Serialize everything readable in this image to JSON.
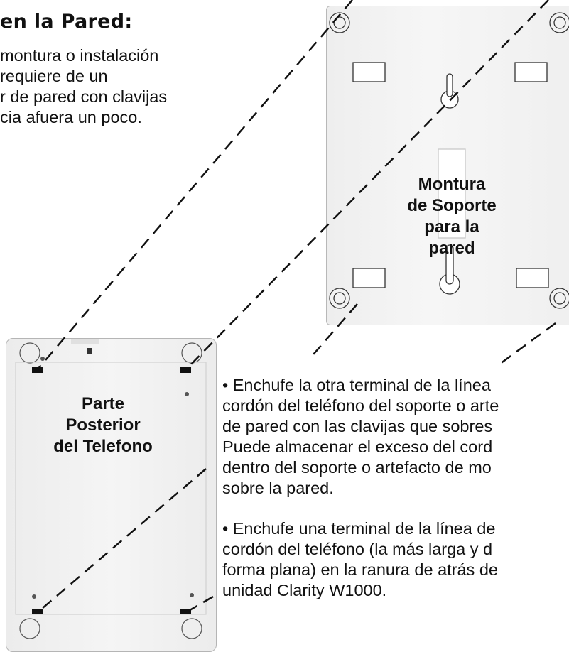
{
  "heading": "en la Pared:",
  "intro_lines": [
    "montura o instalación",
    "requiere de un",
    "r de pared con clavijas",
    "cia afuera un poco."
  ],
  "wall_plate_label": [
    "Montura",
    "de Soporte",
    "para la",
    "pared"
  ],
  "phone_label": [
    "Parte",
    "Posterior",
    "del Telefono"
  ],
  "bullet1_lines": [
    "• Enchufe la otra terminal de la línea",
    "cordón del teléfono del soporte o arte",
    "de pared con las clavijas que sobres",
    "Puede almacenar el exceso del cord",
    "dentro del soporte o artefacto de mo",
    "sobre la pared."
  ],
  "bullet2_lines": [
    "• Enchufe una terminal de la línea de",
    "cordón del teléfono (la más larga y d",
    "forma plana) en la ranura de atrás de",
    "unidad Clarity W1000."
  ]
}
